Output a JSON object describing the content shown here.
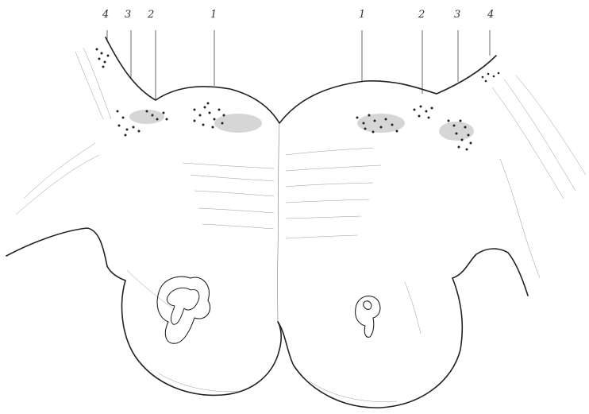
{
  "labels_left": [
    "4",
    "3",
    "2",
    "1"
  ],
  "labels_right": [
    "1",
    "2",
    "3",
    "4"
  ]
}
